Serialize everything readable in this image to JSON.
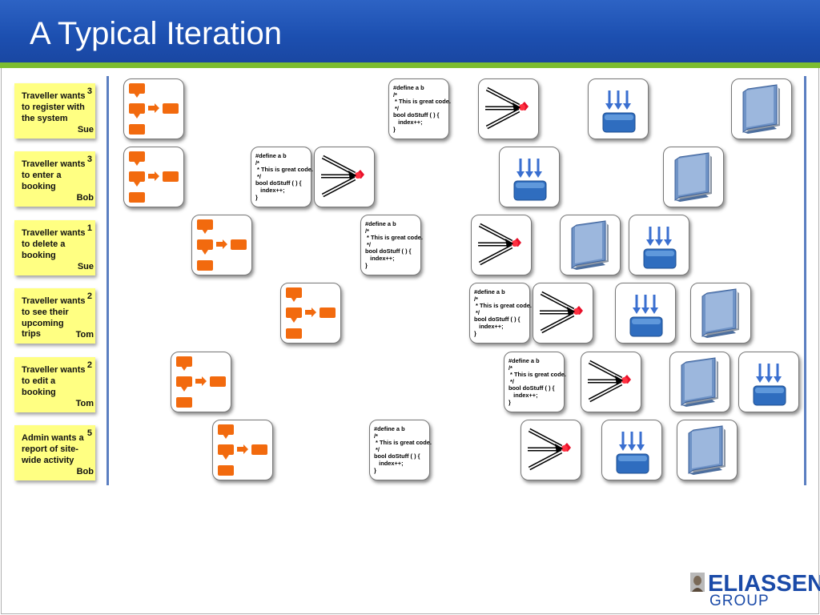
{
  "title": "A Typical Iteration",
  "colors": {
    "header": "#1c4fb0",
    "accent_bar": "#7cbd2f",
    "sticky_note": "#ffff82",
    "flow_box": "#f26a0e",
    "db": "#2f6dbf"
  },
  "stories": [
    {
      "text": "Traveller wants\nto register with\nthe system",
      "points": "3",
      "owner": "Sue"
    },
    {
      "text": "Traveller wants\nto enter a\nbooking",
      "points": "3",
      "owner": "Bob"
    },
    {
      "text": "Traveller wants\nto delete a\nbooking",
      "points": "1",
      "owner": "Sue"
    },
    {
      "text": "Traveller wants\nto see their\nupcoming\ntrips",
      "points": "2",
      "owner": "Tom"
    },
    {
      "text": "Traveller wants\nto edit a\nbooking",
      "points": "2",
      "owner": "Tom"
    },
    {
      "text": "Admin wants a\nreport of site-\nwide activity",
      "points": "5",
      "owner": "Bob"
    }
  ],
  "code_snippet": "#define a b\n/*\n * This is great code.\n */\nbool doStuff ( ) {\n   index++;\n}",
  "card_icons": [
    "flowchart-icon",
    "code-icon",
    "merge-arrows-icon",
    "database-icon",
    "book-icon"
  ],
  "logo": {
    "name": "ELIASSEN",
    "sub": "GROUP"
  }
}
